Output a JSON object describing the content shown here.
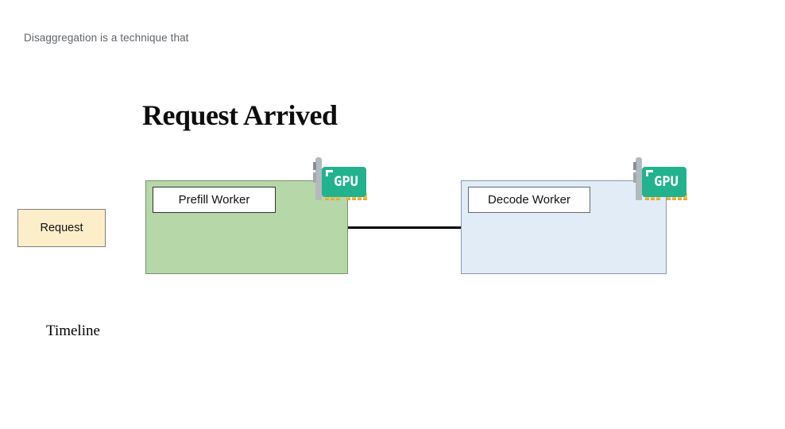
{
  "header": {
    "tagline": "Disaggregation is a technique that",
    "title": "Request Arrived"
  },
  "diagram": {
    "request_box": {
      "label": "Request",
      "fill": "#fdeeca",
      "border": "#7f7f7f"
    },
    "prefill_box": {
      "label": "Prefill Worker",
      "fill": "#b6d7a8",
      "border": "#7b9171"
    },
    "decode_box": {
      "label": "Decode Worker",
      "fill": "#e1ecf7",
      "border": "#8a9aa9"
    },
    "gpu_icon": {
      "label": "GPU",
      "body_color": "#23b28e",
      "bracket_color": "#b3babd",
      "pin_color": "#f6c945"
    },
    "connector": {
      "color": "#000000"
    },
    "timeline_label": "Timeline"
  }
}
